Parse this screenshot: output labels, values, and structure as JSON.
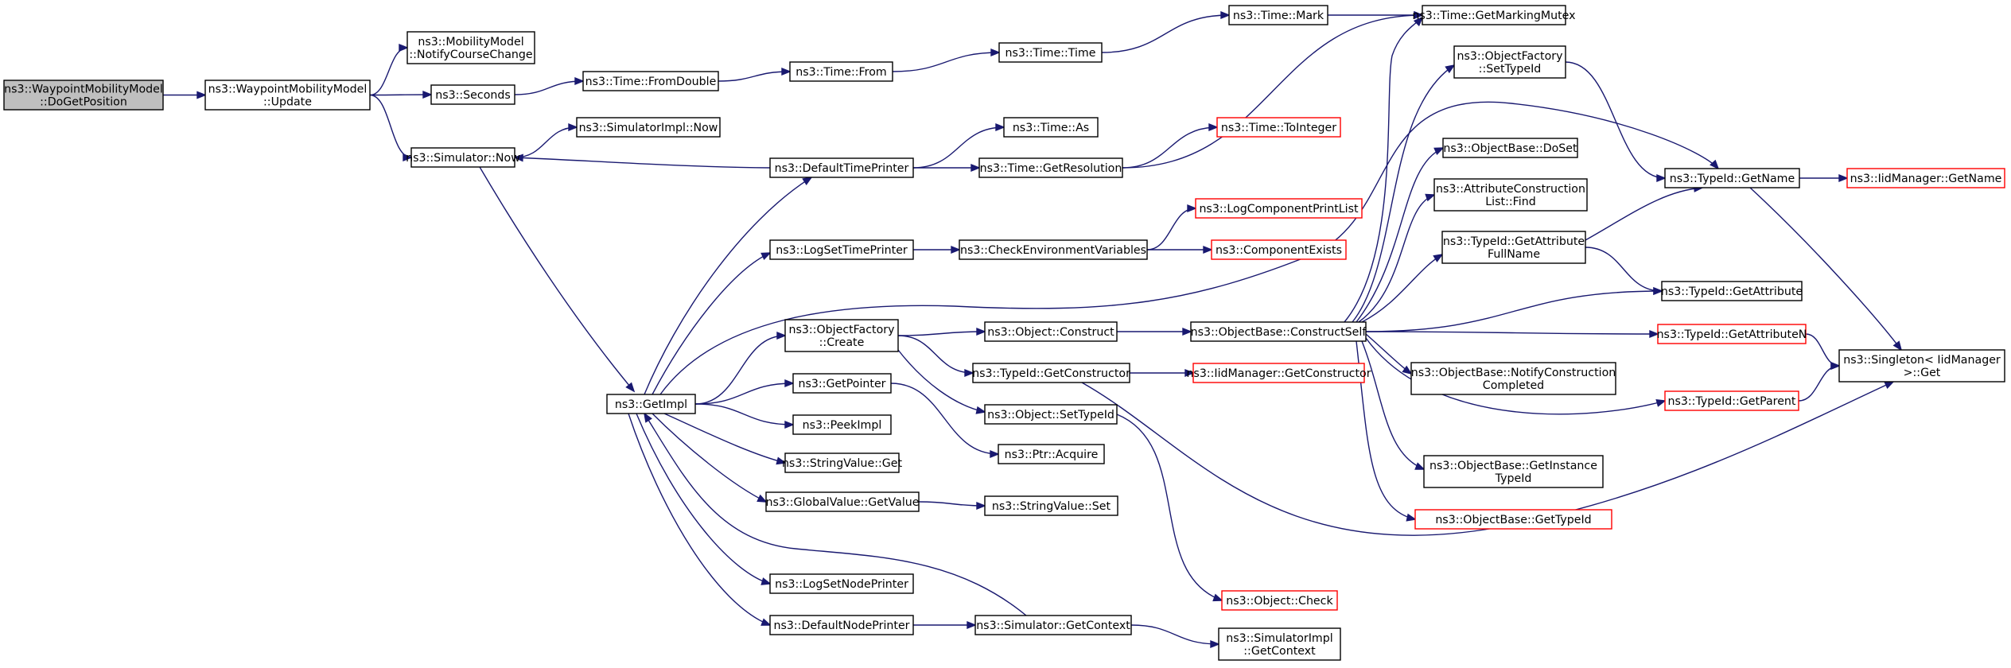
{
  "graph": {
    "root": "ns3::WaypointMobilityModel::DoGetPosition",
    "nodes": [
      {
        "id": "n0",
        "lines": [
          "ns3::WaypointMobilityModel",
          "::DoGetPosition"
        ],
        "kind": "root"
      },
      {
        "id": "n1",
        "lines": [
          "ns3::WaypointMobilityModel",
          "::Update"
        ],
        "kind": "normal"
      },
      {
        "id": "n2",
        "lines": [
          "ns3::MobilityModel",
          "::NotifyCourseChange"
        ],
        "kind": "normal"
      },
      {
        "id": "n3",
        "lines": [
          "ns3::Seconds"
        ],
        "kind": "normal"
      },
      {
        "id": "n4",
        "lines": [
          "ns3::Time::FromDouble"
        ],
        "kind": "normal"
      },
      {
        "id": "n5",
        "lines": [
          "ns3::Time::From"
        ],
        "kind": "normal"
      },
      {
        "id": "n6",
        "lines": [
          "ns3::Time::Time"
        ],
        "kind": "normal"
      },
      {
        "id": "n7",
        "lines": [
          "ns3::Time::Mark"
        ],
        "kind": "normal"
      },
      {
        "id": "n8",
        "lines": [
          "ns3::Time::GetMarkingMutex"
        ],
        "kind": "normal"
      },
      {
        "id": "n9",
        "lines": [
          "ns3::Simulator::Now"
        ],
        "kind": "normal"
      },
      {
        "id": "n10",
        "lines": [
          "ns3::SimulatorImpl::Now"
        ],
        "kind": "normal"
      },
      {
        "id": "n11",
        "lines": [
          "ns3::DefaultTimePrinter"
        ],
        "kind": "normal"
      },
      {
        "id": "n12",
        "lines": [
          "ns3::Time::As"
        ],
        "kind": "normal"
      },
      {
        "id": "n13",
        "lines": [
          "ns3::Time::GetResolution"
        ],
        "kind": "normal"
      },
      {
        "id": "n14",
        "lines": [
          "ns3::Time::ToInteger"
        ],
        "kind": "truncated"
      },
      {
        "id": "n15",
        "lines": [
          "ns3::ObjectFactory",
          "::SetTypeId"
        ],
        "kind": "normal"
      },
      {
        "id": "n16",
        "lines": [
          "ns3::ObjectBase::DoSet"
        ],
        "kind": "normal"
      },
      {
        "id": "n17",
        "lines": [
          "ns3::TypeId::GetName"
        ],
        "kind": "normal"
      },
      {
        "id": "n18",
        "lines": [
          "ns3::IidManager::GetName"
        ],
        "kind": "truncated"
      },
      {
        "id": "n19",
        "lines": [
          "ns3::AttributeConstruction",
          "List::Find"
        ],
        "kind": "normal"
      },
      {
        "id": "n20",
        "lines": [
          "ns3::LogComponentPrintList"
        ],
        "kind": "truncated"
      },
      {
        "id": "n21",
        "lines": [
          "ns3::LogSetTimePrinter"
        ],
        "kind": "normal"
      },
      {
        "id": "n22",
        "lines": [
          "ns3::CheckEnvironmentVariables"
        ],
        "kind": "normal"
      },
      {
        "id": "n23",
        "lines": [
          "ns3::ComponentExists"
        ],
        "kind": "truncated"
      },
      {
        "id": "n24",
        "lines": [
          "ns3::TypeId::GetAttribute",
          "FullName"
        ],
        "kind": "normal"
      },
      {
        "id": "n25",
        "lines": [
          "ns3::TypeId::GetAttribute"
        ],
        "kind": "normal"
      },
      {
        "id": "n26",
        "lines": [
          "ns3::ObjectFactory",
          "::Create"
        ],
        "kind": "normal"
      },
      {
        "id": "n27",
        "lines": [
          "ns3::Object::Construct"
        ],
        "kind": "normal"
      },
      {
        "id": "n28",
        "lines": [
          "ns3::ObjectBase::ConstructSelf"
        ],
        "kind": "normal"
      },
      {
        "id": "n29",
        "lines": [
          "ns3::TypeId::GetAttributeN"
        ],
        "kind": "truncated"
      },
      {
        "id": "n30",
        "lines": [
          "ns3::Singleton< IidManager",
          " >::Get"
        ],
        "kind": "normal"
      },
      {
        "id": "n31",
        "lines": [
          "ns3::GetImpl"
        ],
        "kind": "normal"
      },
      {
        "id": "n32",
        "lines": [
          "ns3::GetPointer"
        ],
        "kind": "normal"
      },
      {
        "id": "n33",
        "lines": [
          "ns3::TypeId::GetConstructor"
        ],
        "kind": "normal"
      },
      {
        "id": "n34",
        "lines": [
          "ns3::IidManager::GetConstructor"
        ],
        "kind": "truncated"
      },
      {
        "id": "n35",
        "lines": [
          "ns3::ObjectBase::NotifyConstruction",
          "Completed"
        ],
        "kind": "normal"
      },
      {
        "id": "n36",
        "lines": [
          "ns3::TypeId::GetParent"
        ],
        "kind": "truncated"
      },
      {
        "id": "n37",
        "lines": [
          "ns3::Object::SetTypeId"
        ],
        "kind": "normal"
      },
      {
        "id": "n38",
        "lines": [
          "ns3::PeekImpl"
        ],
        "kind": "normal"
      },
      {
        "id": "n39",
        "lines": [
          "ns3::Ptr::Acquire"
        ],
        "kind": "normal"
      },
      {
        "id": "n40",
        "lines": [
          "ns3::StringValue::Get"
        ],
        "kind": "normal"
      },
      {
        "id": "n41",
        "lines": [
          "ns3::ObjectBase::GetInstance",
          "TypeId"
        ],
        "kind": "normal"
      },
      {
        "id": "n42",
        "lines": [
          "ns3::GlobalValue::GetValue"
        ],
        "kind": "normal"
      },
      {
        "id": "n43",
        "lines": [
          "ns3::StringValue::Set"
        ],
        "kind": "normal"
      },
      {
        "id": "n44",
        "lines": [
          "ns3::ObjectBase::GetTypeId"
        ],
        "kind": "truncated"
      },
      {
        "id": "n45",
        "lines": [
          "ns3::LogSetNodePrinter"
        ],
        "kind": "normal"
      },
      {
        "id": "n46",
        "lines": [
          "ns3::Object::Check"
        ],
        "kind": "truncated"
      },
      {
        "id": "n47",
        "lines": [
          "ns3::DefaultNodePrinter"
        ],
        "kind": "normal"
      },
      {
        "id": "n48",
        "lines": [
          "ns3::Simulator::GetContext"
        ],
        "kind": "normal"
      },
      {
        "id": "n49",
        "lines": [
          "ns3::SimulatorImpl",
          "::GetContext"
        ],
        "kind": "normal"
      }
    ],
    "edges": [
      [
        "n0",
        "n1"
      ],
      [
        "n1",
        "n2"
      ],
      [
        "n1",
        "n3"
      ],
      [
        "n1",
        "n9"
      ],
      [
        "n3",
        "n4"
      ],
      [
        "n4",
        "n5"
      ],
      [
        "n5",
        "n6"
      ],
      [
        "n6",
        "n7"
      ],
      [
        "n7",
        "n8"
      ],
      [
        "n9",
        "n10"
      ],
      [
        "n9",
        "n31"
      ],
      [
        "n11",
        "n9"
      ],
      [
        "n11",
        "n12"
      ],
      [
        "n11",
        "n13"
      ],
      [
        "n13",
        "n14"
      ],
      [
        "n13",
        "n8"
      ],
      [
        "n31",
        "n11"
      ],
      [
        "n31",
        "n21"
      ],
      [
        "n31",
        "n26"
      ],
      [
        "n31",
        "n32"
      ],
      [
        "n31",
        "n38"
      ],
      [
        "n31",
        "n40"
      ],
      [
        "n31",
        "n42"
      ],
      [
        "n31",
        "n45"
      ],
      [
        "n31",
        "n47"
      ],
      [
        "n31",
        "n17"
      ],
      [
        "n21",
        "n22"
      ],
      [
        "n22",
        "n20"
      ],
      [
        "n22",
        "n23"
      ],
      [
        "n26",
        "n27"
      ],
      [
        "n26",
        "n33"
      ],
      [
        "n26",
        "n37"
      ],
      [
        "n27",
        "n28"
      ],
      [
        "n28",
        "n8"
      ],
      [
        "n28",
        "n15"
      ],
      [
        "n28",
        "n16"
      ],
      [
        "n28",
        "n19"
      ],
      [
        "n28",
        "n24"
      ],
      [
        "n28",
        "n25"
      ],
      [
        "n28",
        "n29"
      ],
      [
        "n28",
        "n35"
      ],
      [
        "n28",
        "n36"
      ],
      [
        "n28",
        "n41"
      ],
      [
        "n28",
        "n44"
      ],
      [
        "n15",
        "n17"
      ],
      [
        "n17",
        "n18"
      ],
      [
        "n17",
        "n30"
      ],
      [
        "n24",
        "n17"
      ],
      [
        "n24",
        "n25"
      ],
      [
        "n29",
        "n30"
      ],
      [
        "n36",
        "n30"
      ],
      [
        "n33",
        "n34"
      ],
      [
        "n33",
        "n30"
      ],
      [
        "n32",
        "n39"
      ],
      [
        "n37",
        "n46"
      ],
      [
        "n42",
        "n43"
      ],
      [
        "n47",
        "n48"
      ],
      [
        "n48",
        "n49"
      ],
      [
        "n48",
        "n31"
      ]
    ]
  }
}
